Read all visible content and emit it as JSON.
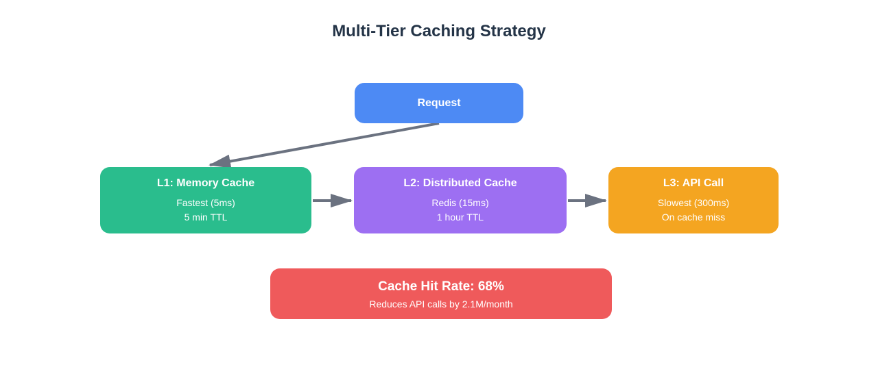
{
  "title": "Multi-Tier Caching Strategy",
  "colors": {
    "title_text": "#243447",
    "arrow": "#6b7280",
    "request_blue": "#4d8af4",
    "l1_green": "#2abd8d",
    "l2_purple": "#9d6ff2",
    "l3_orange": "#f4a521",
    "summary_red": "#ef5a5b",
    "node_text": "#ffffff"
  },
  "nodes": {
    "request": {
      "label": "Request"
    },
    "l1": {
      "title": "L1: Memory Cache",
      "line1": "Fastest (5ms)",
      "line2": "5 min TTL"
    },
    "l2": {
      "title": "L2: Distributed Cache",
      "line1": "Redis (15ms)",
      "line2": "1 hour TTL"
    },
    "l3": {
      "title": "L3: API Call",
      "line1": "Slowest (300ms)",
      "line2": "On cache miss"
    },
    "summary": {
      "title": "Cache Hit Rate: 68%",
      "subtitle": "Reduces API calls by 2.1M/month"
    }
  },
  "edges": [
    {
      "from": "request",
      "to": "l1"
    },
    {
      "from": "l1",
      "to": "l2"
    },
    {
      "from": "l2",
      "to": "l3"
    }
  ]
}
